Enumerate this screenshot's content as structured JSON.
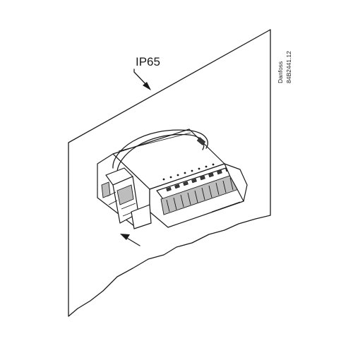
{
  "diagram": {
    "rating_label": "IP65",
    "brand": "Danfoss",
    "drawing_number": "84B2441.12",
    "icons": {
      "panel": "wall-panel-icon",
      "device": "controller-module-icon",
      "arrow": "insertion-arrow-icon"
    },
    "colors": {
      "line": "#1a1a1a",
      "background": "#ffffff",
      "shade": "#bdbdbd"
    }
  }
}
